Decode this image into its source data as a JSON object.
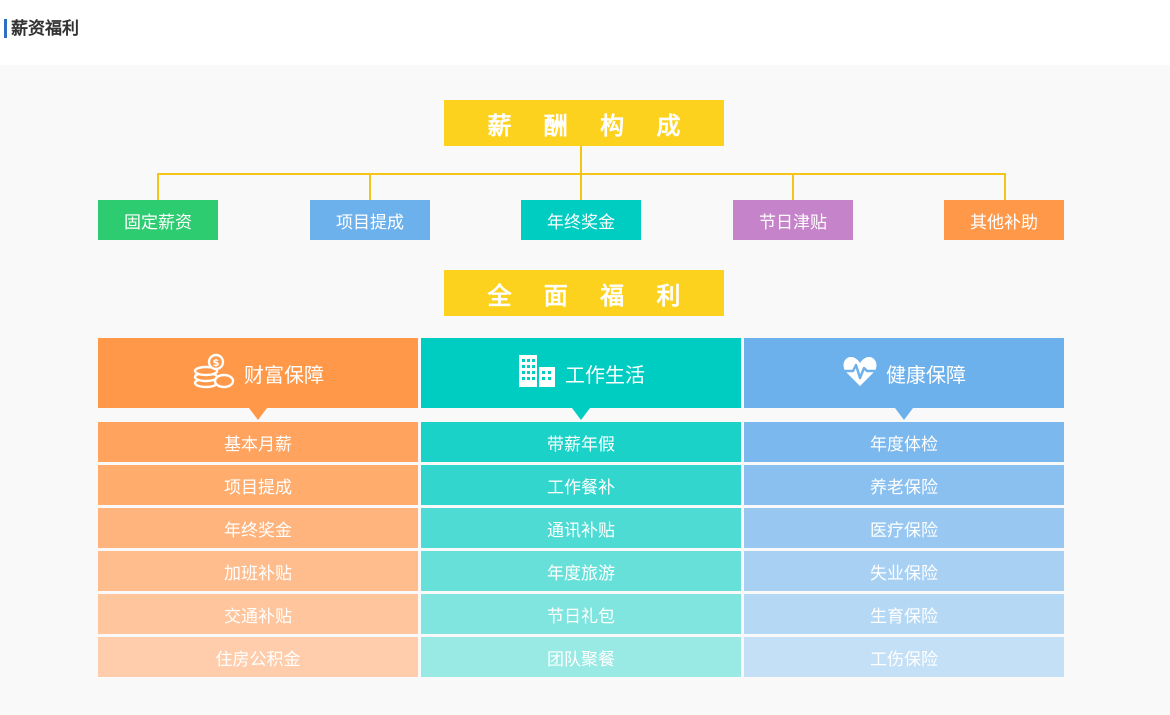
{
  "page": {
    "title": "薪资福利"
  },
  "salary": {
    "title": "薪 酬 构 成",
    "items": [
      {
        "label": "固定薪资",
        "color": "#2ecc71"
      },
      {
        "label": "项目提成",
        "color": "#6cb0ec"
      },
      {
        "label": "年终奖金",
        "color": "#00cdc2"
      },
      {
        "label": "节日津贴",
        "color": "#c583c9"
      },
      {
        "label": "其他补助",
        "color": "#ff9848"
      }
    ]
  },
  "welfare": {
    "title": "全 面 福 利",
    "columns": [
      {
        "title": "财富保障",
        "icon": "coins-icon",
        "color": "#ff9848",
        "rows": [
          "基本月薪",
          "项目提成",
          "年终奖金",
          "加班补贴",
          "交通补贴",
          "住房公积金"
        ],
        "row_colors": [
          "#ffa35f",
          "#ffac6d",
          "#ffb47d",
          "#ffbd8d",
          "#ffc59c",
          "#ffcdab"
        ]
      },
      {
        "title": "工作生活",
        "icon": "building-icon",
        "color": "#00cdc2",
        "rows": [
          "带薪年假",
          "工作餐补",
          "通讯补贴",
          "年度旅游",
          "节日礼包",
          "团队聚餐"
        ],
        "row_colors": [
          "#1ad2c8",
          "#33d6cd",
          "#4ddbd3",
          "#66e0d9",
          "#80e5df",
          "#99eae5"
        ]
      },
      {
        "title": "健康保障",
        "icon": "heartbeat-icon",
        "color": "#6cb0ec",
        "rows": [
          "年度体检",
          "养老保险",
          "医疗保险",
          "失业保险",
          "生育保险",
          "工伤保险"
        ],
        "row_colors": [
          "#7bb8ee",
          "#89c0f0",
          "#98c8f2",
          "#a7d0f3",
          "#b5d8f5",
          "#c4e0f7"
        ]
      }
    ]
  }
}
